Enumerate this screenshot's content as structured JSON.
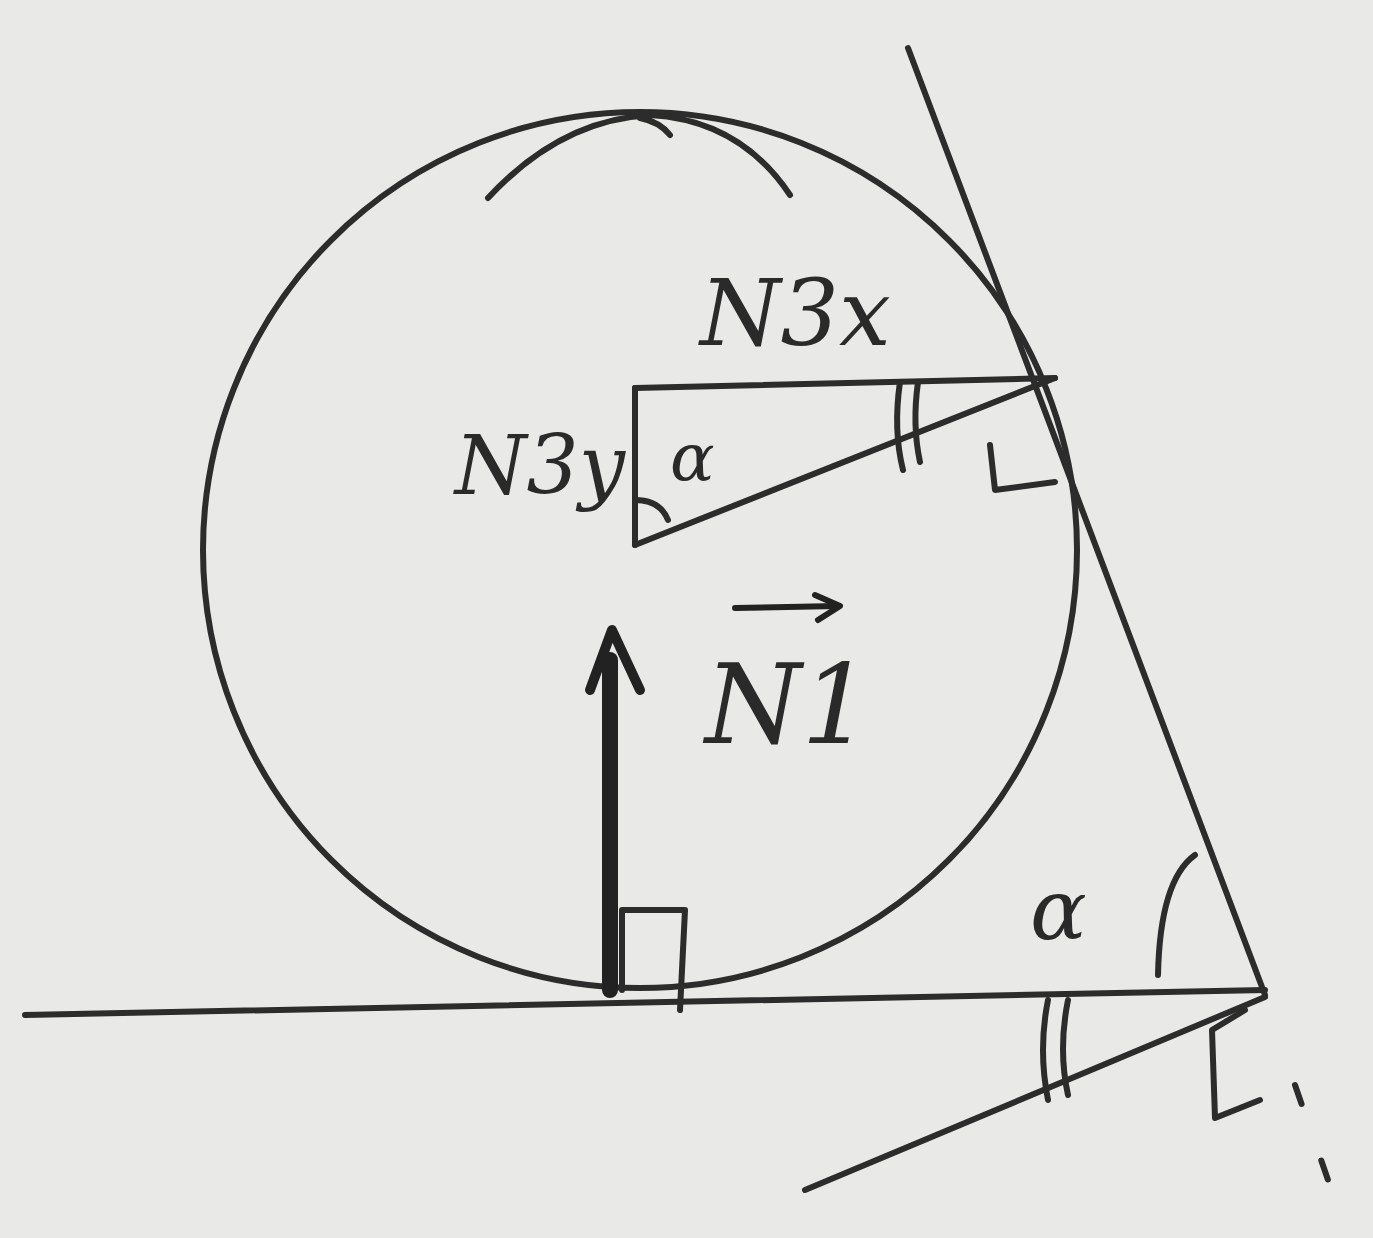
{
  "diagram": {
    "labels": [
      "N3x",
      "N3y",
      "α",
      "N1",
      "α"
    ]
  }
}
